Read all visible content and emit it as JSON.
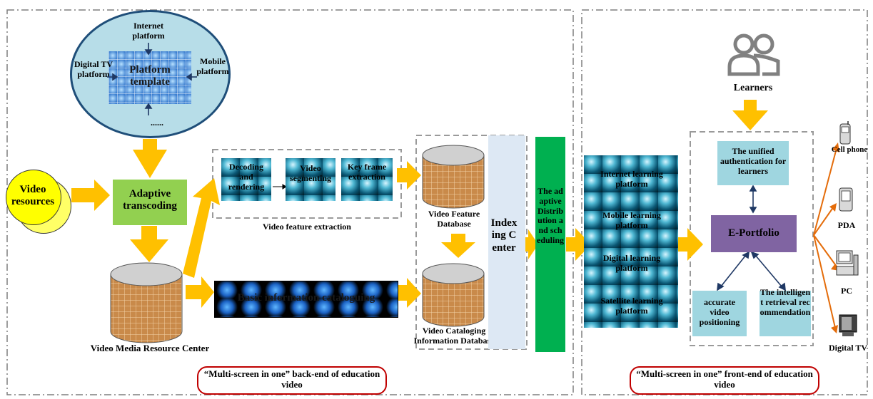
{
  "sections": {
    "back_end_label": "“Multi-screen in one” back-end of education video",
    "front_end_label": "“Multi-screen in one” front-end of education video"
  },
  "platform_cloud": {
    "center": "Platform template",
    "top": "Internet platform",
    "left": "Digital TV platform",
    "right": "Mobile platform",
    "bottom": "......"
  },
  "video_resources": "Video resources",
  "adaptive_transcoding": "Adaptive transcoding",
  "video_media_center": "Video Media Resource Center",
  "feature_extraction": {
    "steps": [
      "Decoding and rendering",
      "Video segmenting",
      "Key frame extraction"
    ],
    "caption": "Video feature extraction"
  },
  "basic_cataloguing": "Basic information cataloguing",
  "video_feature_db": "Video Feature Database",
  "video_catalog_db": "Video Cataloging Information Database",
  "indexing_center": "Indexing Center",
  "distribution": "The adaptive Distribution and scheduling",
  "learning_platforms": [
    "Internet learning platform",
    "Mobile learning platform",
    "Digital learning platform",
    "Satellite learning platform"
  ],
  "learners": "Learners",
  "unified_auth": "The unified authentication for learners",
  "eportfolio": "E-Portfolio",
  "accurate_positioning": "accurate video positioning",
  "intelligent_retrieval": "The intelligent retrieval recommendation",
  "devices": [
    "Cell phone",
    "PDA",
    "PC",
    "Digital TV"
  ],
  "colors": {
    "arrow": "#ffc000",
    "adaptive_box": "#92d050",
    "video_resources": "#ffff00",
    "distribution": "#00b050",
    "eportfolio": "#8064a2",
    "info_box": "#9fd6e0",
    "indexing": "#dde8f4",
    "label_border": "#c00000",
    "device_arrow": "#e46c0a"
  }
}
